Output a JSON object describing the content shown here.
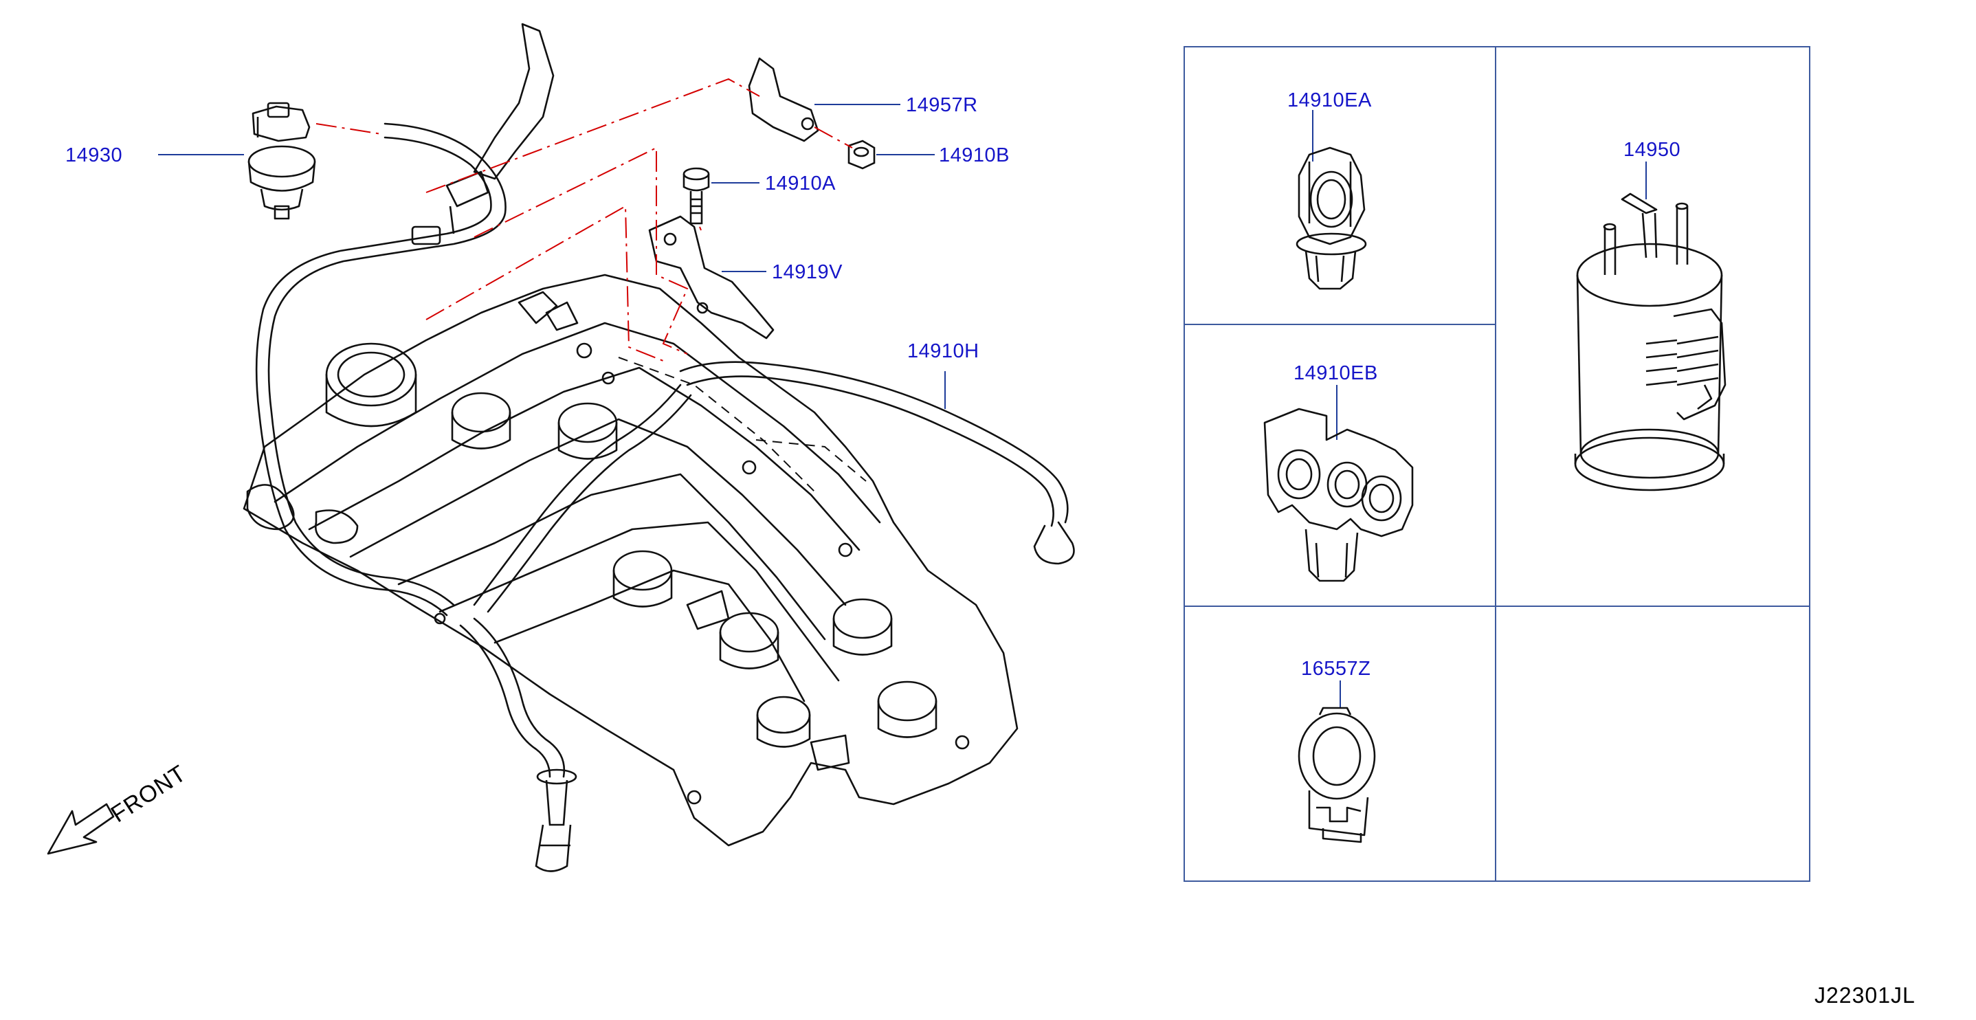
{
  "diagram": {
    "code": "J22301JL",
    "front_label": "FRONT",
    "colors": {
      "label": "#1515c8",
      "leader": "#1e3c9a",
      "phantom": "#d40000",
      "line": "#111111",
      "frame": "#3d5a9e"
    },
    "parts": [
      {
        "id": "p-14930",
        "number": "14930",
        "name": "solenoid-valve"
      },
      {
        "id": "p-14957R",
        "number": "14957R",
        "name": "bracket"
      },
      {
        "id": "p-14910B",
        "number": "14910B",
        "name": "nut"
      },
      {
        "id": "p-14910A",
        "number": "14910A",
        "name": "bolt"
      },
      {
        "id": "p-14919V",
        "number": "14919V",
        "name": "bracket"
      },
      {
        "id": "p-14910H",
        "number": "14910H",
        "name": "hose"
      },
      {
        "id": "p-14910EA",
        "number": "14910EA",
        "name": "clip"
      },
      {
        "id": "p-14910EB",
        "number": "14910EB",
        "name": "clip"
      },
      {
        "id": "p-16557Z",
        "number": "16557Z",
        "name": "clamp"
      },
      {
        "id": "p-14950",
        "number": "14950",
        "name": "canister"
      }
    ]
  }
}
